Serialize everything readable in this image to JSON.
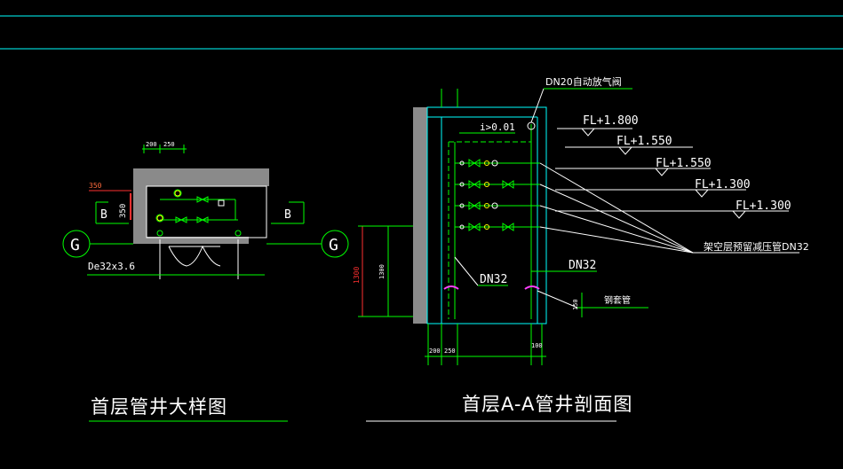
{
  "colors": {
    "background": "#000000",
    "cyan": "#00ffff",
    "green": "#00ff00",
    "white": "#ffffff",
    "yellow": "#ffff00",
    "red": "#ff3030",
    "magenta": "#ff40ff",
    "gray": "#8a8a8a",
    "orange": "#ff6a3c"
  },
  "left_plan": {
    "title": "首层管井大样图",
    "dim_top_a": "200",
    "dim_top_b": "250",
    "dim_left_red": "350",
    "dim_left_vertical": "350",
    "section_mark_left": "B",
    "section_mark_right": "B",
    "axis_left": "G",
    "axis_right": "G",
    "pipe_label": "De32x3.6"
  },
  "section": {
    "title": "首层A-A管井剖面图",
    "valve_label": "DN20自动放气阀",
    "slope_label": "i>0.01",
    "levels": [
      "FL+1.800",
      "FL+1.550",
      "FL+1.550",
      "FL+1.300",
      "FL+1.300"
    ],
    "leader_label": "架空层预留减压管DN32",
    "pipe_left": "DN32",
    "pipe_right": "DN32",
    "sleeve_label": "钢套管",
    "dim_height_outer": "1300",
    "dim_height_inner": "1300",
    "dim_small": "150",
    "dim_bottom_a": "200",
    "dim_bottom_b": "250",
    "dim_bottom_c": "100"
  }
}
